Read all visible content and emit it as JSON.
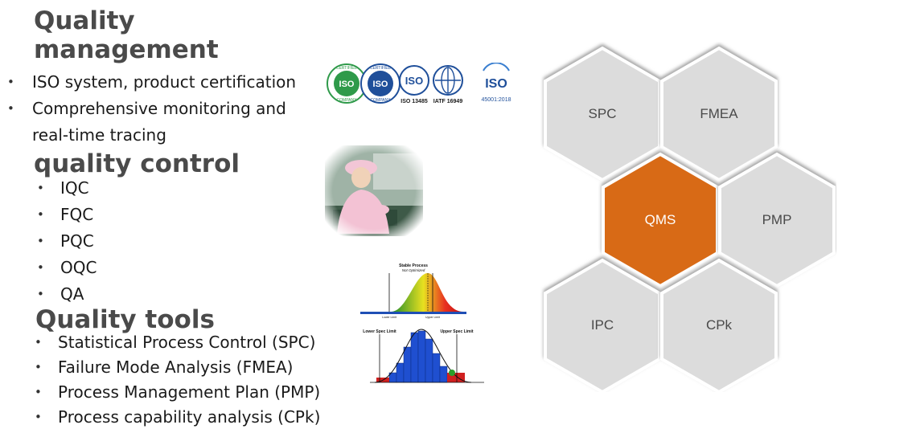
{
  "quality_management": {
    "title": "Quality management",
    "items": [
      "ISO system, product certification",
      "Comprehensive monitoring and real-time tracing"
    ]
  },
  "quality_control": {
    "title": "quality control",
    "items": [
      "IQC",
      "FQC",
      "PQC",
      "OQC",
      "QA"
    ]
  },
  "quality_tools": {
    "title": "Quality tools",
    "items": [
      "Statistical Process Control (SPC)",
      "Failure Mode Analysis (FMEA)",
      "Process Management Plan (PMP)",
      "Process capability analysis (CPk)"
    ]
  },
  "logos": {
    "iso_label": "ISO",
    "certified": "CERTIFIED",
    "company": "COMPANY",
    "iso_13485": "ISO 13485",
    "iatf": "IATF 16949",
    "iso_45001": "45001:2018"
  },
  "stable_chart": {
    "title": "Stable Process",
    "subtitle": "Not Optimized",
    "lower_label": "Lower Limit",
    "upper_label": "Upper Limit"
  },
  "spec_chart": {
    "lower_spec": "Lower Spec Limit",
    "upper_spec": "Upper Spec Limit"
  },
  "hexagons": {
    "spc": "SPC",
    "fmea": "FMEA",
    "qms": "QMS",
    "pmp": "PMP",
    "ipc": "IPC",
    "cpk": "CPk"
  },
  "colors": {
    "qms_fill": "#d86a17",
    "hex_fill": "#dcdcdc",
    "hex_border": "#ffffff",
    "logo_green": "#2f9a4a",
    "logo_blue": "#1f4f9a"
  }
}
